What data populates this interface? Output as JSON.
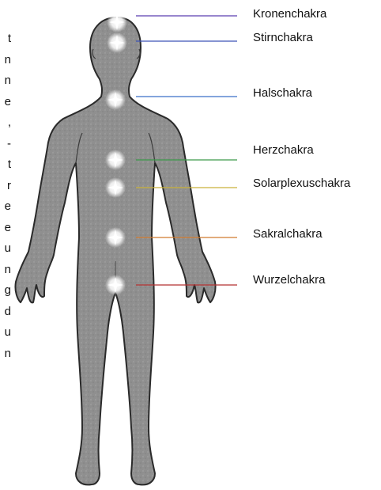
{
  "margin_text": [
    "t",
    "n",
    "n",
    "e",
    ",",
    "-",
    "t",
    "r",
    "e",
    "e",
    "u",
    "n",
    "g",
    "d",
    "u",
    "n"
  ],
  "chakras": [
    {
      "label": "Kronenchakra",
      "color": "#5a3fb0"
    },
    {
      "label": "Stirnchakra",
      "color": "#3f55b8"
    },
    {
      "label": "Halschakra",
      "color": "#3a6fc8"
    },
    {
      "label": "Herzchakra",
      "color": "#3c9a4a"
    },
    {
      "label": "Solarplexuschakra",
      "color": "#c9b23a"
    },
    {
      "label": "Sakralchakra",
      "color": "#d07a2e"
    },
    {
      "label": "Wurzelchakra",
      "color": "#b33030"
    }
  ]
}
